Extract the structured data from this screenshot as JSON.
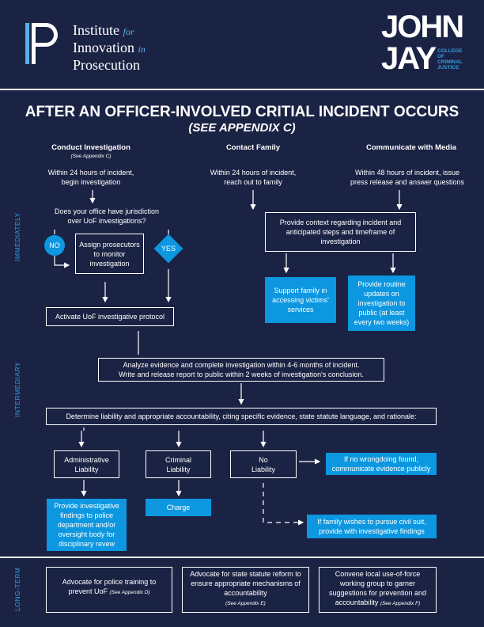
{
  "header": {
    "institute": {
      "line1": "Institute",
      "line1_suffix": "for",
      "line2": "Innovation",
      "line2_suffix": "in",
      "line3": "Prosecution"
    },
    "jj_line1": "JOHN",
    "jj_line2": "JAY",
    "jj_sub": [
      "COLLEGE",
      "OF",
      "CRIMINAL",
      "JUSTICE"
    ]
  },
  "title": "AFTER AN OFFICER-INVOLVED CRITIAL INCIDENT OCCURS",
  "subtitle": "(SEE APPENDIX C)",
  "phases": {
    "immediately": "IMMEDIATELY",
    "intermediary": "INTERMEDIARY",
    "long_term": "LONG-TERM"
  },
  "columns": {
    "investigation": {
      "heading": "Conduct Investigation",
      "note": "(See Appendix C)",
      "timing1": "Within 24 hours of incident,",
      "timing2": "begin investigation"
    },
    "family": {
      "heading": "Contact Family",
      "timing1": "Within 24 hours of incident,",
      "timing2": "reach out to family"
    },
    "media": {
      "heading": "Communicate with Media",
      "timing1": "Within 48 hours of incident, issue",
      "timing2": "press release and answer questions"
    }
  },
  "nodes": {
    "jurisdiction_q1": "Does your office have jurisdiction",
    "jurisdiction_q2": "over UoF investigations?",
    "no": "NO",
    "yes": "YES",
    "assign": "Assign prosecutors to monitor investigation",
    "activate": "Activate UoF investigative protocol",
    "context": "Provide context regarding incident and anticipated steps and timeframe of investigation",
    "support_family": "Support family in accessing victims' services",
    "routine_updates": "Provide routine updates on investigation to public (at least every two weeks)",
    "analyze1": "Analyze evidence and complete investigation within 4-6 months of incident.",
    "analyze2": "Write and release report to public within 2 weeks of investigation's conclusion.",
    "liability": "Determine liability and appropriate accountability, citing specific evidence, state statute language, and rationale:",
    "administrative": "Administrative Liability",
    "criminal": "Criminal Liability",
    "no_liability": "No Liability",
    "findings_police": "Provide investigative findings to police department and/or oversight body for disciplinary revew",
    "charge": "Charge",
    "no_wrongdoing": "If no wrongdoing found, communicate evidence publicly",
    "civil_suit": "If family wishes to pursue civil suit, provide with investigative findings"
  },
  "long_term": {
    "training": "Advocate for police training to prevent UoF",
    "training_note": "(See Appendix D)",
    "statute": "Advocate for state statute reform to ensure appropriate mechanisms of accountability",
    "statute_note": "(See Appendix E)",
    "workgroup": "Convene local use-of-force working group to garner suggestions for prevention and accountability",
    "workgroup_note": "(See Appendix F)"
  },
  "colors": {
    "background": "#1b2344",
    "accent": "#0c97e0",
    "side_label": "#2f9be0"
  }
}
